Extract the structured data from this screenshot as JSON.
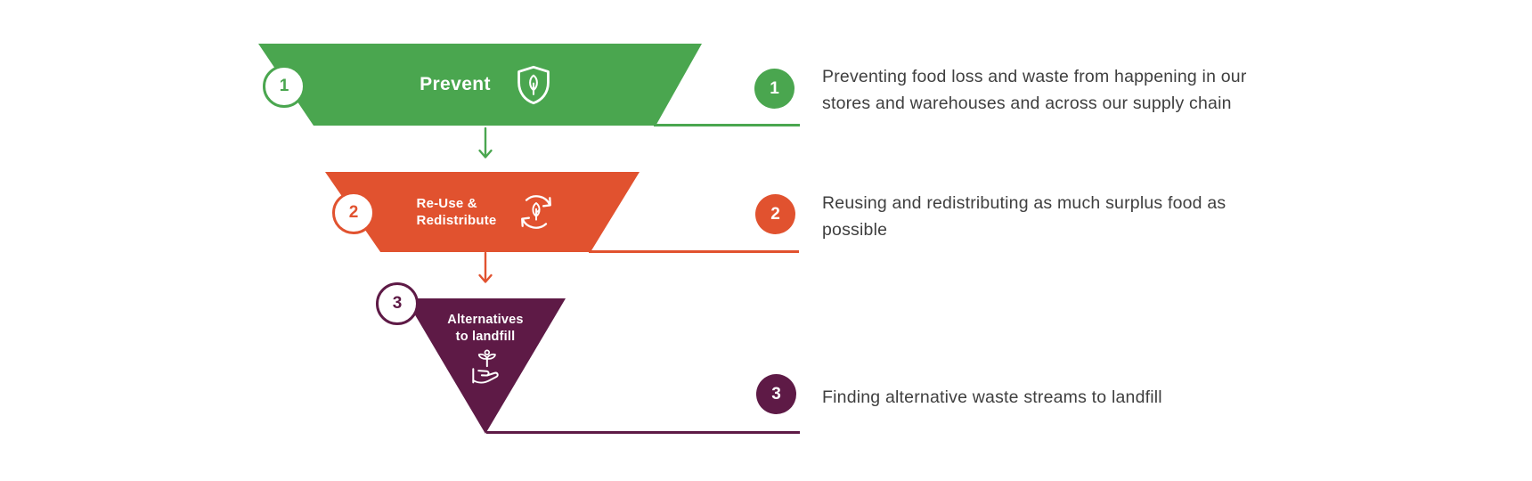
{
  "colors": {
    "green": "#4AA64F",
    "orange": "#E1522F",
    "purple": "#5E1A46",
    "text_dark": "#3F3F3F",
    "background": "#FFFFFF"
  },
  "steps": [
    {
      "number": "1",
      "label": "Prevent",
      "icon": "shield-leaf-icon",
      "color": "#4AA64F",
      "description": {
        "line1": "Preventing food loss and waste from happening in our",
        "line2": "stores and warehouses and across our supply chain"
      }
    },
    {
      "number": "2",
      "label": {
        "line1": "Re-Use &",
        "line2": "Redistribute"
      },
      "icon": "recycle-leaf-icon",
      "color": "#E1522F",
      "description": {
        "line1": "Reusing and redistributing as much surplus food as",
        "line2": "possible"
      }
    },
    {
      "number": "3",
      "label": {
        "line1": "Alternatives",
        "line2": "to landfill"
      },
      "icon": "hand-plant-icon",
      "color": "#5E1A46",
      "description": {
        "line1": "Finding alternative waste streams to landfill"
      }
    }
  ]
}
